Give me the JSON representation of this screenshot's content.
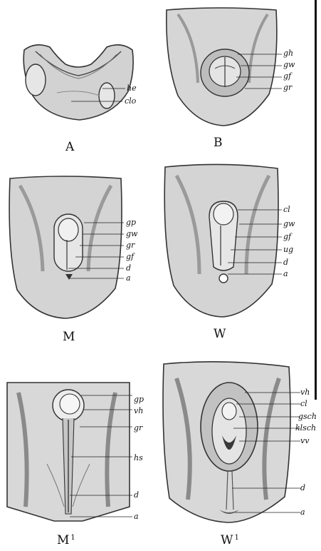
{
  "panels": {
    "A": {
      "caption": "A",
      "labels": [
        "he",
        "clo"
      ]
    },
    "B": {
      "caption": "B",
      "labels": [
        "gh",
        "gw",
        "gf",
        "gr"
      ]
    },
    "M": {
      "caption": "M",
      "labels": [
        "gp",
        "gw",
        "gr",
        "gf",
        "d",
        "a"
      ]
    },
    "W": {
      "caption": "W",
      "labels": [
        "cl",
        "gw",
        "gf",
        "ug",
        "d",
        "a"
      ]
    },
    "M1": {
      "caption": "M",
      "caption_sup": "1",
      "labels": [
        "gp",
        "vh",
        "gr",
        "hs",
        "d",
        "a"
      ]
    },
    "W1": {
      "caption": "W",
      "caption_sup": "1",
      "labels": [
        "vh",
        "cl",
        "gsch",
        "klsch",
        "vv",
        "d",
        "a"
      ]
    }
  }
}
